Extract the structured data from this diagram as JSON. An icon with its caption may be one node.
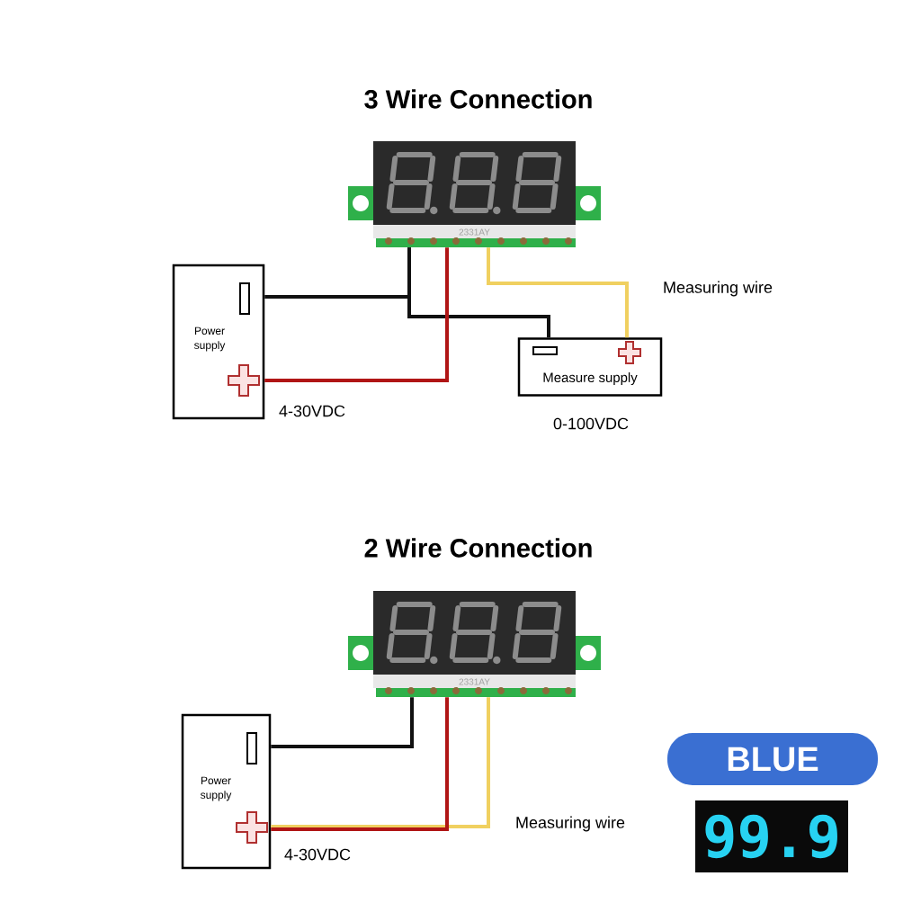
{
  "diagram": {
    "nodes": [
      {
        "text": [],
        "shape": "picture",
        "beside": [
          "2331AY"
        ]
      },
      {
        "text": [
          "Power supply"
        ],
        "beside": [
          "4-30VDC"
        ]
      },
      {
        "text": [
          "Measure supply"
        ],
        "beside": [
          "0-100VDC"
        ]
      },
      {
        "text": [],
        "shape": "picture",
        "beside": [
          "2331AY"
        ]
      },
      {
        "text": [
          "Power supply"
        ],
        "beside": [
          "4-30VDC"
        ]
      },
      {
        "text": [
          "BLUE"
        ],
        "beside": [
          "99.9"
        ]
      }
    ],
    "edges": [
      {
        "from": 0,
        "to": 1,
        "arrow": "none",
        "color": "#111111"
      },
      {
        "from": 0,
        "to": 2,
        "arrow": "none",
        "color": "#111111"
      },
      {
        "from": 0,
        "to": 1,
        "arrow": "none",
        "color": "#b01515"
      },
      {
        "from": 0,
        "to": 2,
        "arrow": "none",
        "label": "Measuring wire",
        "color": "#f0d060"
      },
      {
        "from": 3,
        "to": 4,
        "arrow": "none",
        "color": "#111111"
      },
      {
        "from": 3,
        "to": 4,
        "arrow": "none",
        "label": "Measuring wire",
        "color": "#f0d060"
      },
      {
        "from": 3,
        "to": 4,
        "arrow": "none",
        "color": "#b01515"
      }
    ],
    "labels": [
      "3 Wire Connection",
      "2 Wire Connection"
    ]
  }
}
